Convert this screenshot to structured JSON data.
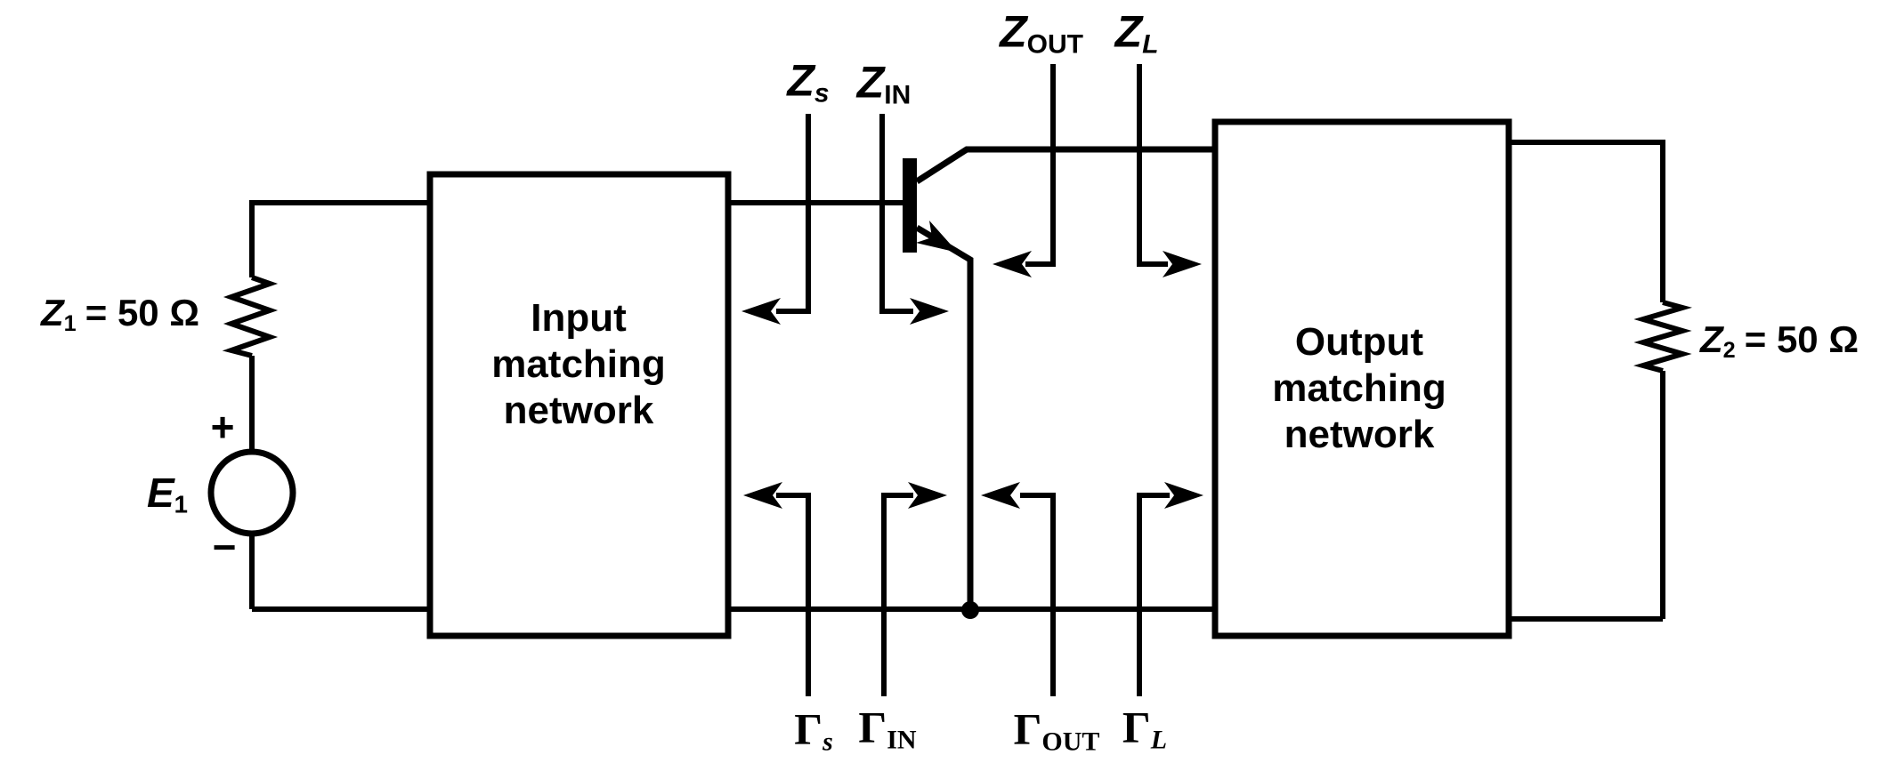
{
  "source": {
    "z1": {
      "var": "Z",
      "sub": "1",
      "rest": "= 50 Ω"
    },
    "e1": {
      "var": "E",
      "sub": "1"
    },
    "plus": "+",
    "minus": "−"
  },
  "blocks": {
    "input": {
      "lines": [
        "Input",
        "matching",
        "network"
      ]
    },
    "output": {
      "lines": [
        "Output",
        "matching",
        "network"
      ]
    }
  },
  "load": {
    "z2": {
      "var": "Z",
      "sub": "2",
      "rest": "= 50 Ω"
    }
  },
  "top_labels": {
    "zs": {
      "var": "Z",
      "sub": "s"
    },
    "zin": {
      "var": "Z",
      "sub": "IN"
    },
    "zout": {
      "var": "Z",
      "sub": "OUT"
    },
    "zl": {
      "var": "Z",
      "sub": "L"
    }
  },
  "bottom_labels": {
    "gamma_s": {
      "var": "Γ",
      "sub": "s"
    },
    "gamma_in": {
      "var": "Γ",
      "sub": "IN"
    },
    "gamma_out": {
      "var": "Γ",
      "sub": "OUT"
    },
    "gamma_l": {
      "var": "Γ",
      "sub": "L"
    }
  },
  "colors": {
    "ink": "#000000",
    "paper": "#ffffff"
  }
}
